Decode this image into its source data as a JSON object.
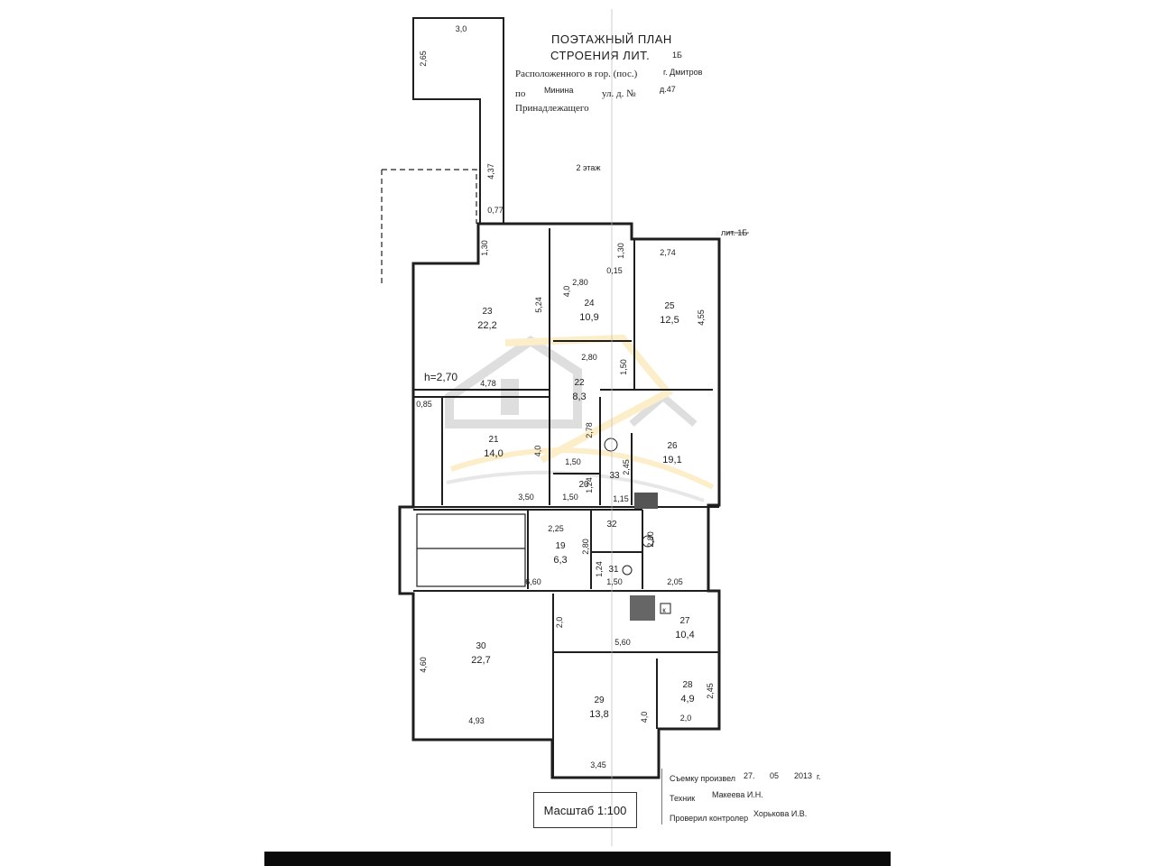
{
  "header": {
    "title_line1": "ПОЭТАЖНЫЙ ПЛАН",
    "title_line2": "СТРОЕНИЯ ЛИТ.",
    "lit": "1Б",
    "located_label": "Расположенного в гор. (пос.)",
    "city": "г. Дмитров",
    "street_prefix": "по",
    "street": "Минина",
    "street_label": "ул. д. №",
    "house": "д.47",
    "owner_label": "Принадлежащего"
  },
  "plan": {
    "floor_label": "2 этаж",
    "lit_marker": "лит. 1Б",
    "height_note": "h=2,70",
    "rooms": [
      {
        "num": "23",
        "area": "22,2"
      },
      {
        "num": "24",
        "area": "10,9"
      },
      {
        "num": "25",
        "area": "12,5"
      },
      {
        "num": "22",
        "area": "8,3"
      },
      {
        "num": "21",
        "area": "14,0"
      },
      {
        "num": "26",
        "area": "19,1"
      },
      {
        "num": "20",
        "area": ""
      },
      {
        "num": "33",
        "area": ""
      },
      {
        "num": "19",
        "area": "6,3"
      },
      {
        "num": "32",
        "area": ""
      },
      {
        "num": "31",
        "area": ""
      },
      {
        "num": "27",
        "area": "10,4"
      },
      {
        "num": "30",
        "area": "22,7"
      },
      {
        "num": "29",
        "area": "13,8"
      },
      {
        "num": "28",
        "area": "4,9"
      }
    ],
    "dims": [
      "3,0",
      "2,65",
      "4,37",
      "0,77",
      "1,30",
      "5,24",
      "4,0",
      "2,80",
      "1,30",
      "0,15",
      "2,74",
      "4,55",
      "4,78",
      "2,80",
      "1,50",
      "0,85",
      "2,78",
      "4,0",
      "1,50",
      "2,45",
      "3,50",
      "1,50",
      "1,24",
      "1,15",
      "2,25",
      "2,80",
      "2,80",
      "6,60",
      "1,24",
      "1,50",
      "2,05",
      "2,0",
      "5,60",
      "4,60",
      "4,93",
      "4,0",
      "2,45",
      "2,0",
      "3,45"
    ],
    "k_marker": "к"
  },
  "footer": {
    "survey_label": "Съемку произвел",
    "survey_day": "27.",
    "survey_month": "05",
    "survey_year": "2013",
    "survey_suffix": "г.",
    "tech_label": "Техник",
    "tech_name": "Макеева И.Н.",
    "check_label": "Проверил контролер",
    "check_name": "Хорькова И.В.",
    "scale": "Масштаб  1:100"
  }
}
